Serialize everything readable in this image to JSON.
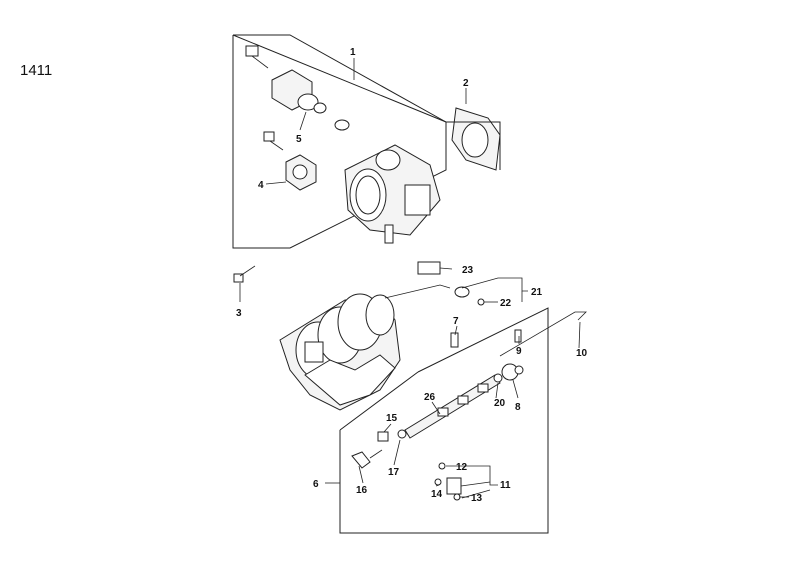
{
  "figure_number": "1411",
  "callouts": {
    "c1": "1",
    "c2": "2",
    "c3": "3",
    "c4": "4",
    "c5": "5",
    "c6": "6",
    "c7": "7",
    "c8": "8",
    "c9": "9",
    "c10": "10",
    "c11": "11",
    "c12": "12",
    "c13": "13",
    "c14": "14",
    "c15": "15",
    "c16": "16",
    "c17": "17",
    "c20": "20",
    "c21": "21",
    "c22": "22",
    "c23": "23",
    "c26": "26"
  }
}
